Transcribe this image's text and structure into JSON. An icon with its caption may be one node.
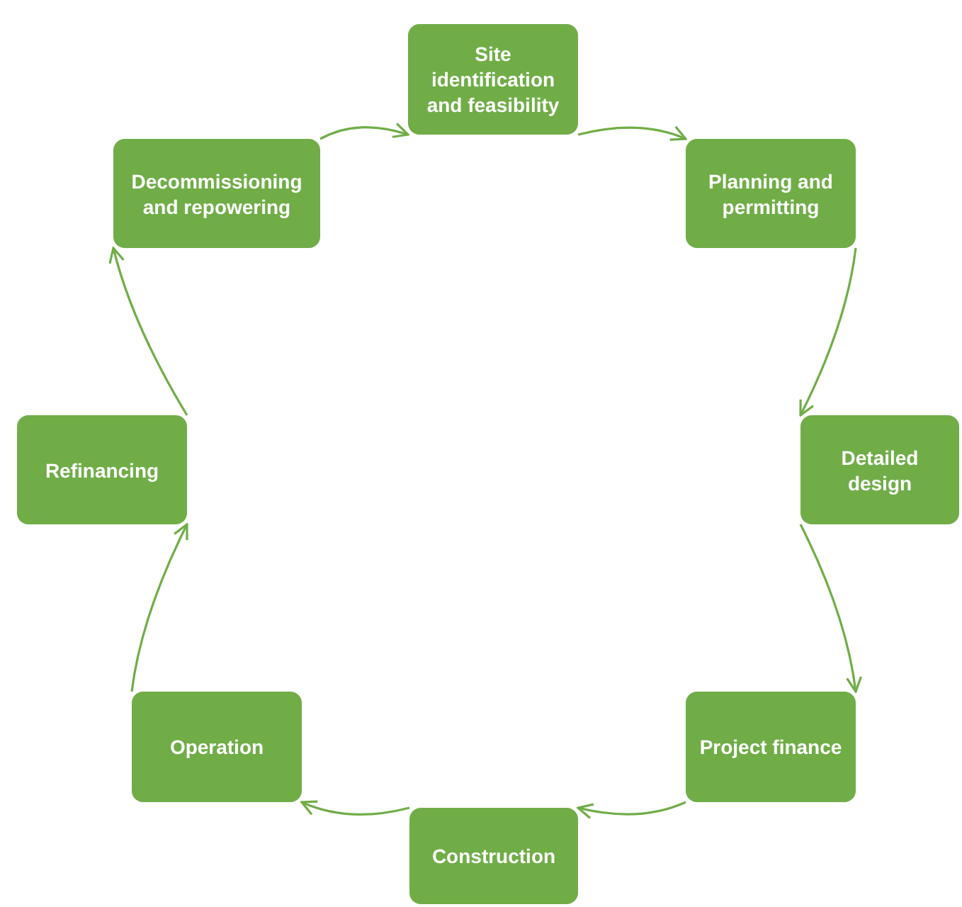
{
  "diagram": {
    "nodes": [
      {
        "text": [
          "Site identification and feasibility"
        ]
      },
      {
        "text": [
          "Planning and permitting"
        ]
      },
      {
        "text": [
          "Detailed design"
        ]
      },
      {
        "text": [
          "Project finance"
        ]
      },
      {
        "text": [
          "Construction"
        ]
      },
      {
        "text": [
          "Operation"
        ]
      },
      {
        "text": [
          "Refinancing"
        ]
      },
      {
        "text": [
          "Decommissioning and repowering"
        ]
      }
    ],
    "edges": [
      {
        "from": 0,
        "to": 1,
        "arrow": "to"
      },
      {
        "from": 1,
        "to": 2,
        "arrow": "to"
      },
      {
        "from": 2,
        "to": 3,
        "arrow": "to"
      },
      {
        "from": 3,
        "to": 4,
        "arrow": "to"
      },
      {
        "from": 4,
        "to": 5,
        "arrow": "to"
      },
      {
        "from": 5,
        "to": 6,
        "arrow": "to"
      },
      {
        "from": 6,
        "to": 7,
        "arrow": "to"
      },
      {
        "from": 7,
        "to": 0,
        "arrow": "to"
      }
    ]
  }
}
